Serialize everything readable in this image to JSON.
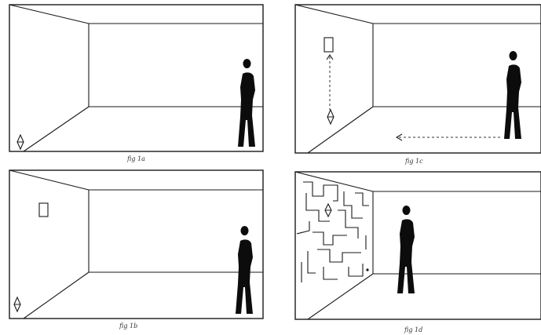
{
  "panels": [
    {
      "id": "a",
      "caption": "fig 1a",
      "light": true,
      "window": false,
      "arrows": false,
      "maze": false
    },
    {
      "id": "b",
      "caption": "fig 1c",
      "light": true,
      "window": true,
      "arrows": true,
      "maze": false
    },
    {
      "id": "c",
      "caption": "fig 1b",
      "light": true,
      "window": true,
      "arrows": false,
      "maze": false
    },
    {
      "id": "d",
      "caption": "fig 1d",
      "light": true,
      "window": false,
      "arrows": false,
      "maze": true
    }
  ]
}
